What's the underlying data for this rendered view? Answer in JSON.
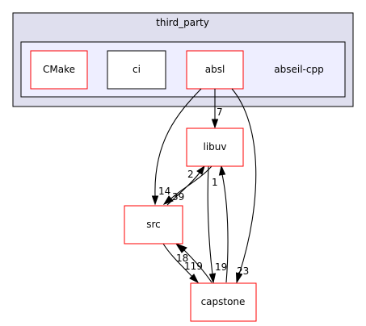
{
  "clusters": {
    "outer": {
      "label": "third_party",
      "fill": "#dfdfee",
      "stroke": "#000000"
    },
    "inner": {
      "label": "abseil-cpp",
      "fill": "#eeeeff",
      "stroke": "#000000"
    }
  },
  "nodes": {
    "cmake": {
      "label": "CMake",
      "border": "#ff0000"
    },
    "ci": {
      "label": "ci",
      "border": "#000000"
    },
    "absl": {
      "label": "absl",
      "border": "#ff0000"
    },
    "libuv": {
      "label": "libuv",
      "border": "#ff0000"
    },
    "src": {
      "label": "src",
      "border": "#ff0000"
    },
    "capstone": {
      "label": "capstone",
      "border": "#ff0000"
    }
  },
  "edges": {
    "absl_libuv": {
      "from": "absl",
      "to": "libuv",
      "label": "7"
    },
    "absl_src": {
      "from": "absl",
      "to": "src",
      "label": "14"
    },
    "absl_capstone": {
      "from": "absl",
      "to": "capstone",
      "label": "23"
    },
    "libuv_src": {
      "from": "libuv",
      "to": "src",
      "label": "39"
    },
    "src_libuv": {
      "from": "src",
      "to": "libuv",
      "label": "2"
    },
    "libuv_capstone": {
      "from": "libuv",
      "to": "capstone",
      "label": "19"
    },
    "capstone_libuv": {
      "from": "capstone",
      "to": "libuv",
      "label": "1"
    },
    "src_capstone": {
      "from": "src",
      "to": "capstone",
      "label": "119"
    },
    "capstone_src": {
      "from": "capstone",
      "to": "src",
      "label": "18"
    }
  }
}
